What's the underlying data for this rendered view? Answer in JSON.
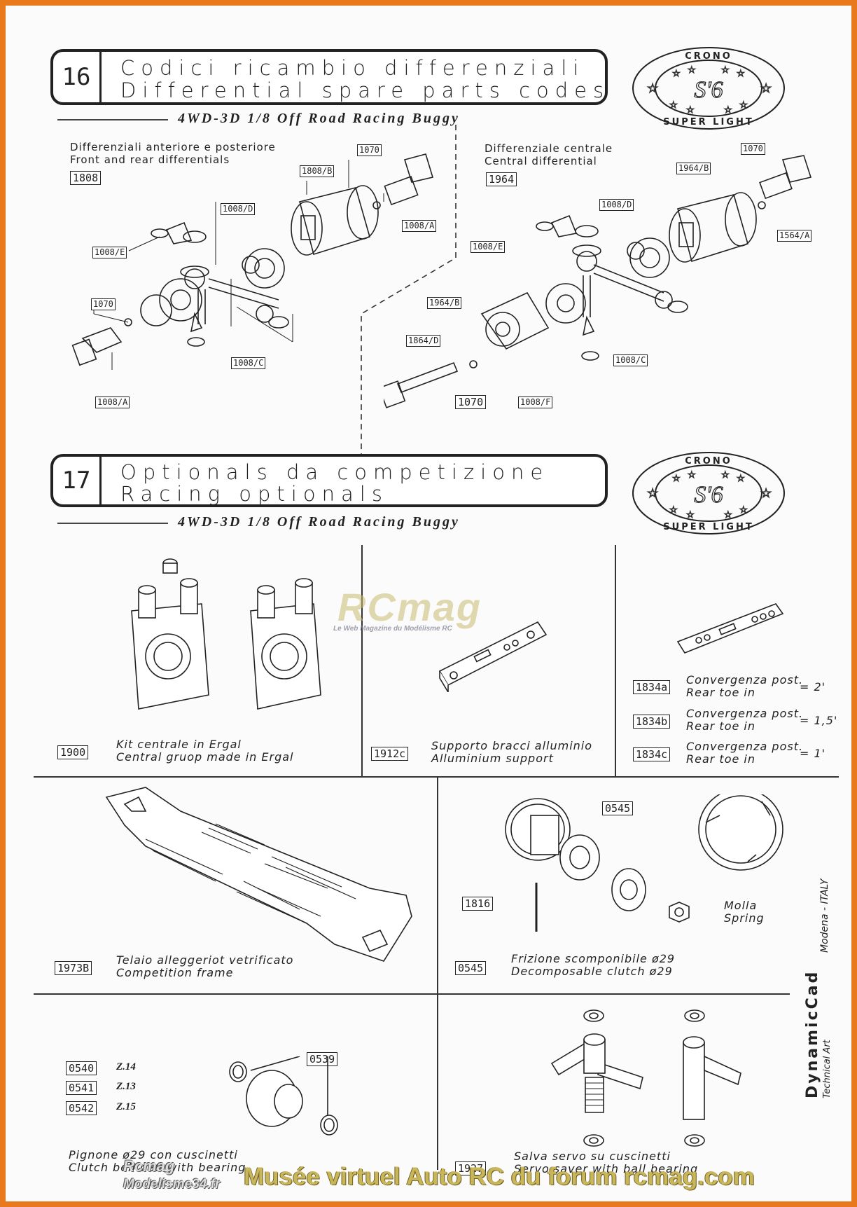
{
  "section16": {
    "number": "16",
    "title_it": "Codici ricambio differenziali",
    "title_en": "Differential spare parts codes",
    "subtitle": "4WD-3D 1/8 Off Road Racing Buggy",
    "front_rear": {
      "label_it": "Differenziali anteriore e posteriore",
      "label_en": "Front and rear differentials",
      "code": "1808",
      "parts": [
        "1070",
        "1808/B",
        "1008/D",
        "1008/A",
        "1008/E",
        "1070",
        "1008/C",
        "1008/A"
      ]
    },
    "central": {
      "label_it": "Differenziale centrale",
      "label_en": "Central differential",
      "code": "1964",
      "parts": [
        "1070",
        "1964/B",
        "1008/D",
        "1564/A",
        "1008/E",
        "1964/B",
        "1864/D",
        "1070",
        "1008/F",
        "1008/C"
      ]
    }
  },
  "badge": {
    "top": "CRONO",
    "center": "S'6",
    "bottom": "SUPER LIGHT"
  },
  "section17": {
    "number": "17",
    "title_it": "Optionals da competizione",
    "title_en": "Racing optionals",
    "subtitle": "4WD-3D 1/8 Off Road Racing Buggy"
  },
  "items": {
    "central_kit": {
      "code": "1900",
      "cap_it": "Kit centrale in Ergal",
      "cap_en": "Central gruop made in Ergal"
    },
    "arm_support": {
      "code": "1912c",
      "cap_it": "Supporto bracci alluminio",
      "cap_en": "Alluminium support"
    },
    "rear_toe": [
      {
        "code": "1834a",
        "it": "Convergenza post.",
        "en": "Rear toe in",
        "value": "= 2'"
      },
      {
        "code": "1834b",
        "it": "Convergenza post.",
        "en": "Rear toe in",
        "value": "= 1,5'"
      },
      {
        "code": "1834c",
        "it": "Convergenza post.",
        "en": "Rear toe in",
        "value": "= 1'"
      }
    ],
    "frame": {
      "code": "1973B",
      "cap_it": "Telaio alleggeriot vetrificato",
      "cap_en": "Competition frame"
    },
    "clutch": {
      "code": "0545",
      "code_top": "0545",
      "pin_code": "1816",
      "spring_it": "Molla",
      "spring_en": "Spring",
      "cap_it": "Frizione scomponibile ø29",
      "cap_en": "Decomposable  clutch ø29"
    },
    "pinion": {
      "codes": [
        {
          "code": "0540",
          "z": "Z.14"
        },
        {
          "code": "0541",
          "z": "Z.13"
        },
        {
          "code": "0542",
          "z": "Z.15"
        }
      ],
      "bearing_code": "0539",
      "cap_it": "Pignone ø29 con cuscinetti",
      "cap_en": "Clutch bell ø29 with bearing"
    },
    "servo_saver": {
      "code": "1927",
      "cap_it": "Salva servo su cuscinetti",
      "cap_en": "Servo saver with ball bearing"
    }
  },
  "side_text": {
    "brand": "DynamicCad",
    "tagline": "Technical Art",
    "place": "Modena  -  ITALY"
  },
  "watermark": {
    "logo": "RCmag",
    "tagline": "Le Web Magazine du Modélisme RC"
  },
  "footer": {
    "rcmag": "Rcmag",
    "site": "Modelisme34.fr",
    "text": "Musée virtuel Auto RC du forum rcmag.com"
  }
}
